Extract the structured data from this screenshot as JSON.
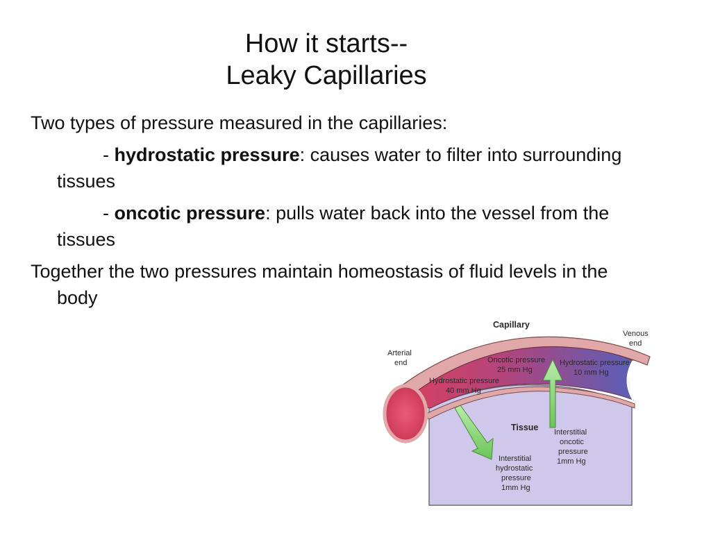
{
  "slide": {
    "title_line1": "How it starts--",
    "title_line2": "Leaky Capillaries",
    "intro": "Two types of pressure measured in the capillaries:",
    "bullet1_dash": "- ",
    "bullet1_term": "hydrostatic pressure",
    "bullet1_text": ": causes water to filter into surrounding tissues",
    "bullet2_dash": "- ",
    "bullet2_term": "oncotic pressure",
    "bullet2_text": ": pulls water back into the vessel from the tissues",
    "conclusion": "Together the two pressures maintain homeostasis of fluid levels in the body"
  },
  "diagram": {
    "capillary_label": "Capillary",
    "arterial_end": [
      "Arterial",
      "end"
    ],
    "venous_end": [
      "Venous",
      "end"
    ],
    "tissue_label": "Tissue",
    "capillary_oncotic": [
      "Oncotic pressure",
      "25 mm Hg"
    ],
    "capillary_hydrostatic_venous": [
      "Hydrostatic pressure",
      "10 mm Hg"
    ],
    "capillary_hydrostatic_arterial": [
      "Hydrostatic pressure",
      "40 mm Hg"
    ],
    "interstitial_oncotic": [
      "Interstitial",
      "oncotic",
      "pressure",
      "1mm Hg"
    ],
    "interstitial_hydrostatic": [
      "Interstitial",
      "hydrostatic",
      "pressure",
      "1mm Hg"
    ],
    "colors": {
      "arterial": "#d9415e",
      "venous": "#5a5fb6",
      "tissue": "#cfc8ea",
      "vessel_wall": "#e0a8a8",
      "arrow": "#8fd67a"
    }
  }
}
